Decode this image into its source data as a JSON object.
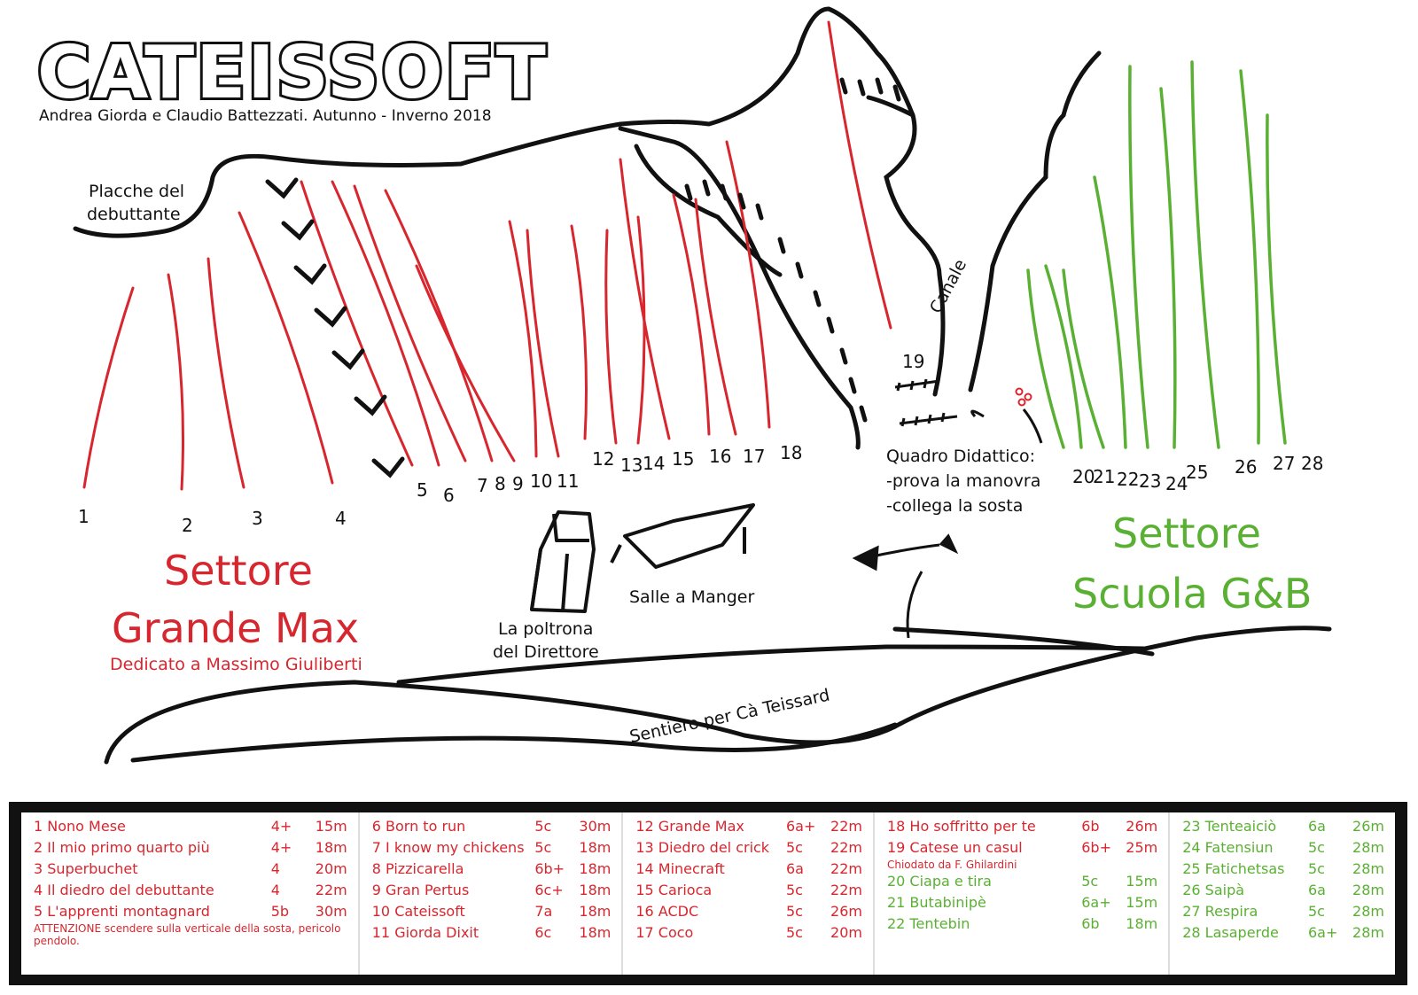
{
  "title": "CATEISSOFT",
  "subtitle": "Andrea Giorda e Claudio Battezzati. Autunno - Inverno 2018",
  "labels": {
    "placche": [
      "Placche del",
      "debuttante"
    ],
    "canale": "Canale",
    "quadro": [
      "Quadro Didattico:",
      "-prova la manovra",
      "-collega la sosta"
    ],
    "poltrona": [
      "La poltrona",
      "del Direttore"
    ],
    "salle": "Salle a Manger",
    "sentiero": "Sentiero per Cà Teissard",
    "sector_red": [
      "Settore",
      "Grande Max"
    ],
    "sector_red_dedication": "Dedicato a Massimo Giuliberti",
    "sector_green": [
      "Settore",
      "Scuola G&B"
    ]
  },
  "route_numbers": [
    "1",
    "2",
    "3",
    "4",
    "5",
    "6",
    "7",
    "8",
    "9",
    "10",
    "11",
    "12",
    "13",
    "14",
    "15",
    "16",
    "17",
    "18",
    "19",
    "20",
    "21",
    "22",
    "23",
    "24",
    "25",
    "26",
    "27",
    "28"
  ],
  "legend": {
    "col1": [
      {
        "n": "1 Nono Mese",
        "g": "4+",
        "l": "15m",
        "c": "red"
      },
      {
        "n": "2 Il mio primo quarto più",
        "g": "4+",
        "l": "18m",
        "c": "red"
      },
      {
        "n": "3 Superbuchet",
        "g": "4",
        "l": "20m",
        "c": "red"
      },
      {
        "n": "4 Il diedro del debuttante",
        "g": "4",
        "l": "22m",
        "c": "red"
      },
      {
        "n": "5 L'apprenti montagnard",
        "g": "5b",
        "l": "30m",
        "c": "red"
      }
    ],
    "col1_note": "ATTENZIONE scendere sulla verticale della sosta, pericolo pendolo.",
    "col2": [
      {
        "n": "6 Born to run",
        "g": "5c",
        "l": "30m",
        "c": "red"
      },
      {
        "n": "7 I know my chickens",
        "g": "5c",
        "l": "18m",
        "c": "red"
      },
      {
        "n": "8 Pizzicarella",
        "g": "6b+",
        "l": "18m",
        "c": "red"
      },
      {
        "n": "9 Gran Pertus",
        "g": "6c+",
        "l": "18m",
        "c": "red"
      },
      {
        "n": "10 Cateissoft",
        "g": "7a",
        "l": "18m",
        "c": "red"
      },
      {
        "n": "11 Giorda Dixit",
        "g": "6c",
        "l": "18m",
        "c": "red"
      }
    ],
    "col3": [
      {
        "n": "12 Grande Max",
        "g": "6a+",
        "l": "22m",
        "c": "red"
      },
      {
        "n": "13 Diedro del crick",
        "g": "5c",
        "l": "22m",
        "c": "red"
      },
      {
        "n": "14 Minecraft",
        "g": "6a",
        "l": "22m",
        "c": "red"
      },
      {
        "n": "15 Carioca",
        "g": "5c",
        "l": "22m",
        "c": "red"
      },
      {
        "n": "16 ACDC",
        "g": "5c",
        "l": "26m",
        "c": "red"
      },
      {
        "n": "17 Coco",
        "g": "5c",
        "l": "20m",
        "c": "red"
      }
    ],
    "col4": [
      {
        "n": "18 Ho soffritto per te",
        "g": "6b",
        "l": "26m",
        "c": "red"
      },
      {
        "n": "19 Catese un casul",
        "g": "6b+",
        "l": "25m",
        "c": "red"
      }
    ],
    "col4_note": "Chiodato da F. Ghilardini",
    "col4b": [
      {
        "n": "20 Ciapa e tira",
        "g": "5c",
        "l": "15m",
        "c": "green"
      },
      {
        "n": "21 Butabinipè",
        "g": "6a+",
        "l": "15m",
        "c": "green"
      },
      {
        "n": "22 Tentebin",
        "g": "6b",
        "l": "18m",
        "c": "green"
      }
    ],
    "col5": [
      {
        "n": "23 Tenteaiciò",
        "g": "6a",
        "l": "26m",
        "c": "green"
      },
      {
        "n": "24 Fatensiun",
        "g": "5c",
        "l": "28m",
        "c": "green"
      },
      {
        "n": "25 Fatichetsas",
        "g": "5c",
        "l": "28m",
        "c": "green"
      },
      {
        "n": "26 Saipà",
        "g": "6a",
        "l": "28m",
        "c": "green"
      },
      {
        "n": "27 Respira",
        "g": "5c",
        "l": "28m",
        "c": "green"
      },
      {
        "n": "28 Lasaperde",
        "g": "6a+",
        "l": "28m",
        "c": "green"
      }
    ]
  },
  "colors": {
    "red": "#d7262e",
    "green": "#5ab033",
    "ink": "#111111"
  }
}
